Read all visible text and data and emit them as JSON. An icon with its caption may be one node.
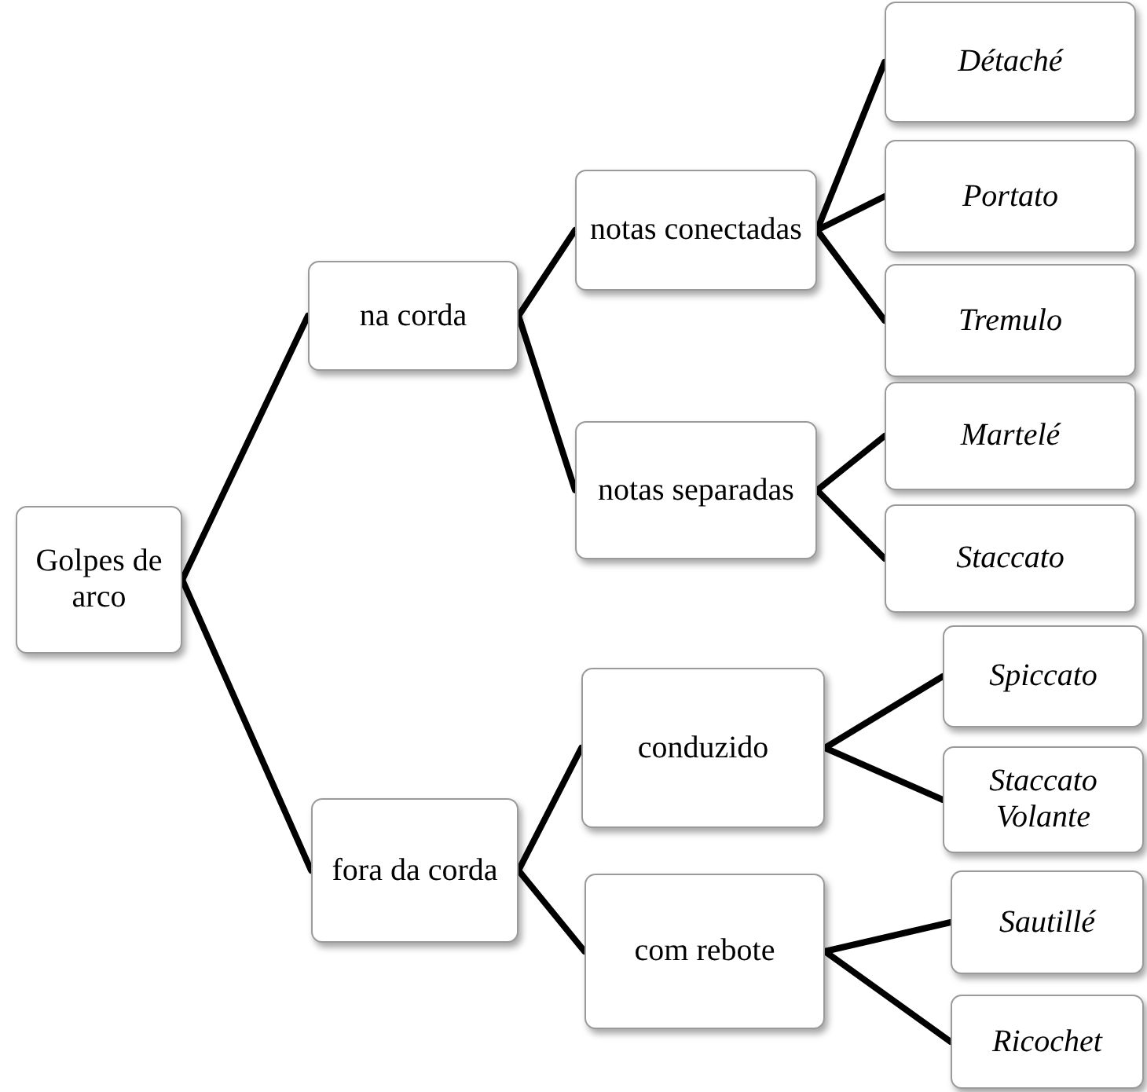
{
  "diagram": {
    "nodes": [
      {
        "text": [
          "Golpes de arco"
        ]
      },
      {
        "text": [
          "na corda"
        ]
      },
      {
        "text": [
          "fora da corda"
        ]
      },
      {
        "text": [
          "notas conectadas"
        ]
      },
      {
        "text": [
          "notas separadas"
        ]
      },
      {
        "text": [
          "conduzido"
        ]
      },
      {
        "text": [
          "com rebote"
        ]
      },
      {
        "text": [
          "Détaché"
        ]
      },
      {
        "text": [
          "Portato"
        ]
      },
      {
        "text": [
          "Tremulo"
        ]
      },
      {
        "text": [
          "Martelé"
        ]
      },
      {
        "text": [
          "Staccato"
        ]
      },
      {
        "text": [
          "Spiccato"
        ]
      },
      {
        "text": [
          "Staccato Volante"
        ]
      },
      {
        "text": [
          "Sautillé"
        ]
      },
      {
        "text": [
          "Ricochet"
        ]
      }
    ],
    "edges": [
      {
        "from": 0,
        "to": 1,
        "arrow": "none"
      },
      {
        "from": 0,
        "to": 2,
        "arrow": "none"
      },
      {
        "from": 1,
        "to": 3,
        "arrow": "none"
      },
      {
        "from": 1,
        "to": 4,
        "arrow": "none"
      },
      {
        "from": 2,
        "to": 5,
        "arrow": "none"
      },
      {
        "from": 2,
        "to": 6,
        "arrow": "none"
      },
      {
        "from": 3,
        "to": 7,
        "arrow": "none"
      },
      {
        "from": 3,
        "to": 8,
        "arrow": "none"
      },
      {
        "from": 3,
        "to": 9,
        "arrow": "none"
      },
      {
        "from": 4,
        "to": 10,
        "arrow": "none"
      },
      {
        "from": 4,
        "to": 11,
        "arrow": "none"
      },
      {
        "from": 5,
        "to": 12,
        "arrow": "none"
      },
      {
        "from": 5,
        "to": 13,
        "arrow": "none"
      },
      {
        "from": 6,
        "to": 14,
        "arrow": "none"
      },
      {
        "from": 6,
        "to": 15,
        "arrow": "none"
      }
    ]
  }
}
